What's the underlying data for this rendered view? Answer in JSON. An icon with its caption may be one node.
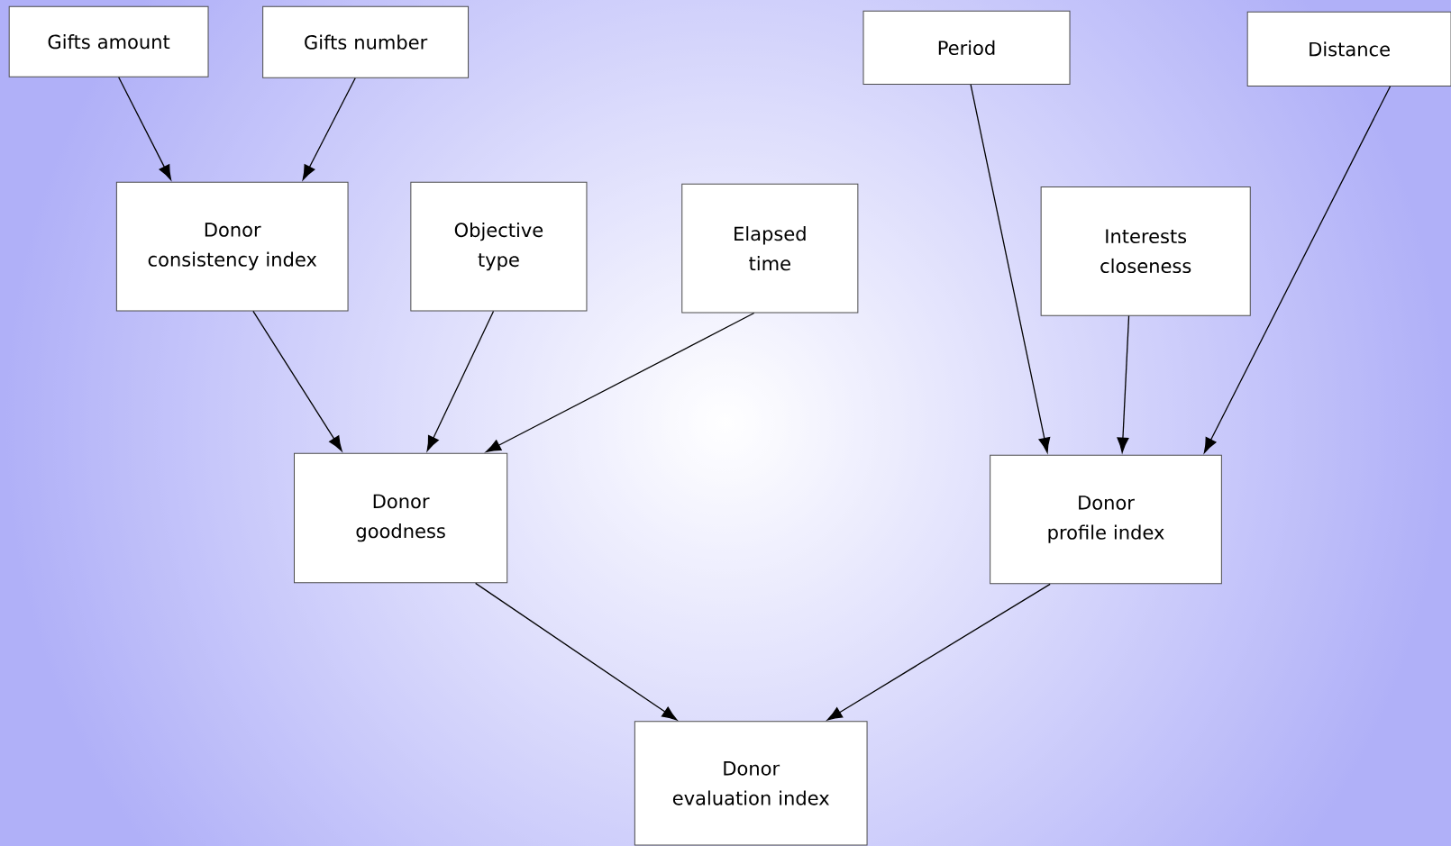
{
  "diagram": {
    "nodes": [
      {
        "text": [
          "Gifts amount"
        ]
      },
      {
        "text": [
          "Gifts number"
        ]
      },
      {
        "text": [
          "Period"
        ]
      },
      {
        "text": [
          "Distance"
        ]
      },
      {
        "text": [
          "Donor consistency index"
        ]
      },
      {
        "text": [
          "Objective type"
        ]
      },
      {
        "text": [
          "Elapsed time"
        ]
      },
      {
        "text": [
          "Interests closeness"
        ]
      },
      {
        "text": [
          "Donor goodness"
        ]
      },
      {
        "text": [
          "Donor profile index"
        ]
      },
      {
        "text": [
          "Donor evaluation index"
        ]
      }
    ],
    "edges": [
      {
        "from": 0,
        "to": 4,
        "arrow": "to"
      },
      {
        "from": 1,
        "to": 4,
        "arrow": "to"
      },
      {
        "from": 4,
        "to": 8,
        "arrow": "to"
      },
      {
        "from": 5,
        "to": 8,
        "arrow": "to"
      },
      {
        "from": 6,
        "to": 8,
        "arrow": "to"
      },
      {
        "from": 2,
        "to": 9,
        "arrow": "to"
      },
      {
        "from": 7,
        "to": 9,
        "arrow": "to"
      },
      {
        "from": 3,
        "to": 9,
        "arrow": "to"
      },
      {
        "from": 8,
        "to": 10,
        "arrow": "to"
      },
      {
        "from": 9,
        "to": 10,
        "arrow": "to"
      }
    ]
  }
}
